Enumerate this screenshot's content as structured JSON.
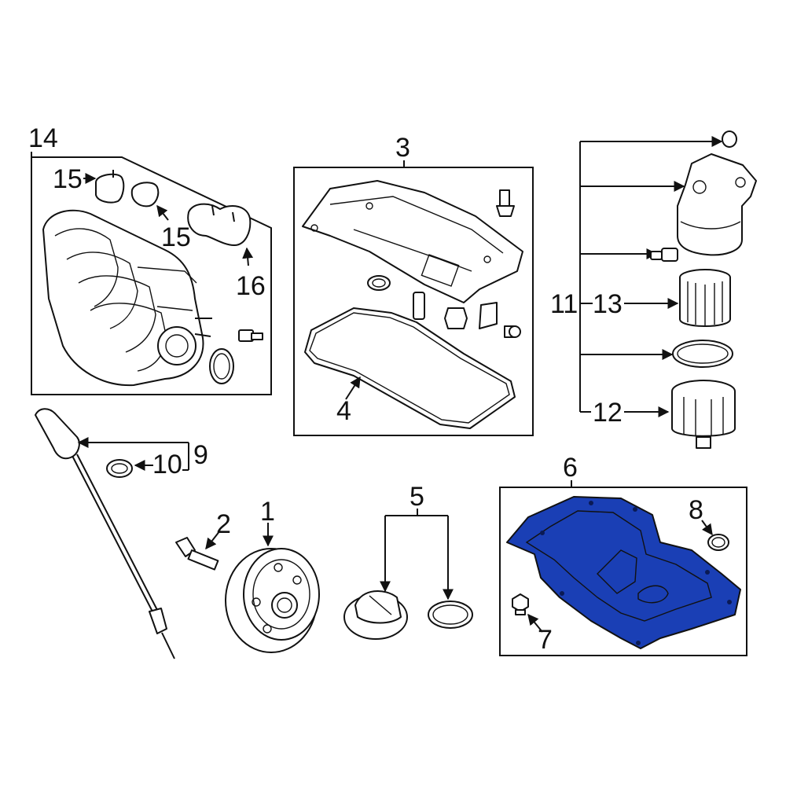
{
  "labels": {
    "p1": "1",
    "p2": "2",
    "p3": "3",
    "p4": "4",
    "p5": "5",
    "p6": "6",
    "p7": "7",
    "p8": "8",
    "p9": "9",
    "p10": "10",
    "p11": "11",
    "p12": "12",
    "p13": "13",
    "p14": "14",
    "p15a": "15",
    "p15b": "15",
    "p16": "16"
  },
  "colors": {
    "highlight": "#1a3fb5",
    "line": "#111111",
    "background": "#ffffff"
  },
  "highlighted_part": "6"
}
